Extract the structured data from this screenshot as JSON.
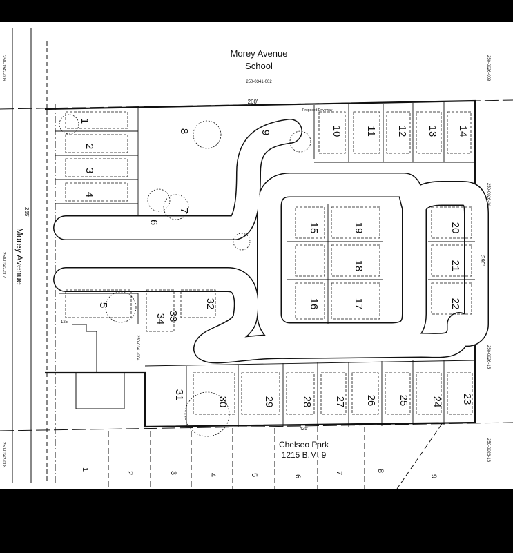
{
  "school": {
    "name_line1": "Morey Avenue",
    "name_line2": "School",
    "parcel": "250-0341-002"
  },
  "street": {
    "name": "Morey Avenue",
    "width": "255'"
  },
  "subdivision": {
    "name_line1": "Chelseo Park",
    "name_line2": "1215 B.M. 9",
    "frontage": "425'"
  },
  "dimensions": {
    "top": "260'",
    "right": "396'",
    "left_frontage": "125'"
  },
  "parcels": {
    "left_top": "250-0342-006",
    "left_mid": "250-0342-007",
    "left_bottom": "250-0342-008",
    "right_top": "250-0026-009",
    "right_mid": "250-0026-14",
    "right_lower": "250-0026-15",
    "right_bottom": "250-0026-18",
    "interior": "250-0341-004"
  },
  "proposed_driveway": "Proposed Driveway",
  "lots": [
    "1",
    "2",
    "3",
    "4",
    "5",
    "6",
    "7",
    "8",
    "9",
    "10",
    "11",
    "12",
    "13",
    "14",
    "15",
    "16",
    "17",
    "18",
    "19",
    "20",
    "21",
    "22",
    "23",
    "24",
    "25",
    "26",
    "27",
    "28",
    "29",
    "30",
    "31",
    "32",
    "33",
    "34"
  ],
  "adjacent_lots": [
    "1",
    "2",
    "3",
    "4",
    "5",
    "6",
    "7",
    "8",
    "9"
  ],
  "colors": {
    "ink": "#111111",
    "paper": "#ffffff",
    "frame": "#000000"
  }
}
